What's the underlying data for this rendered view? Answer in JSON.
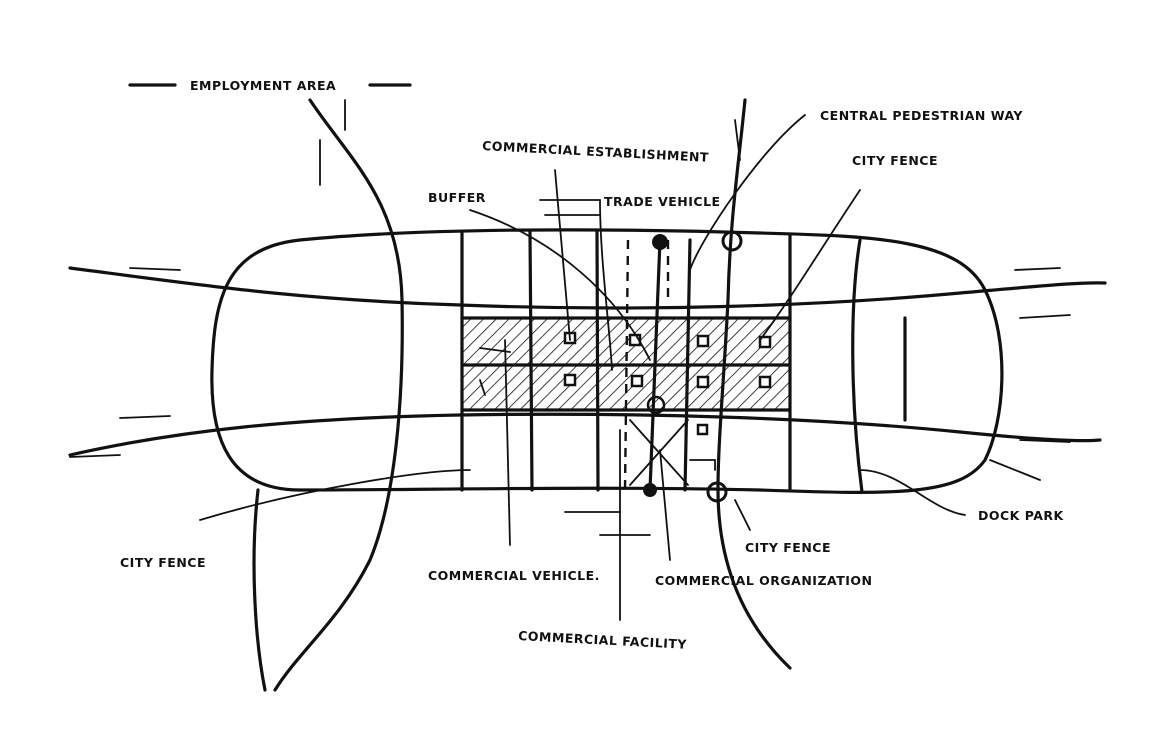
{
  "labels": {
    "employment_area": "EMPLOYMENT AREA",
    "commercial_establishment": "COMMERCIAL ESTABLISHMENT",
    "central_pedestrian_way": "CENTRAL PEDESTRIAN WAY",
    "city_fence_top": "CITY FENCE",
    "buffer": "BUFFER",
    "trade_vehicle": "TRADE VEHICLE",
    "city_fence_left": "CITY FENCE",
    "commercial_vehicle": "COMMERCIAL VEHICLE.",
    "commercial_organization": "COMMERCIAL ORGANIZATION",
    "city_fence_bottom": "CITY FENCE",
    "dock_park": "DOCK PARK",
    "commercial_facility": "COMMERCIAL FACILITY"
  },
  "colors": {
    "ink": "#111111",
    "paper": "#ffffff"
  }
}
